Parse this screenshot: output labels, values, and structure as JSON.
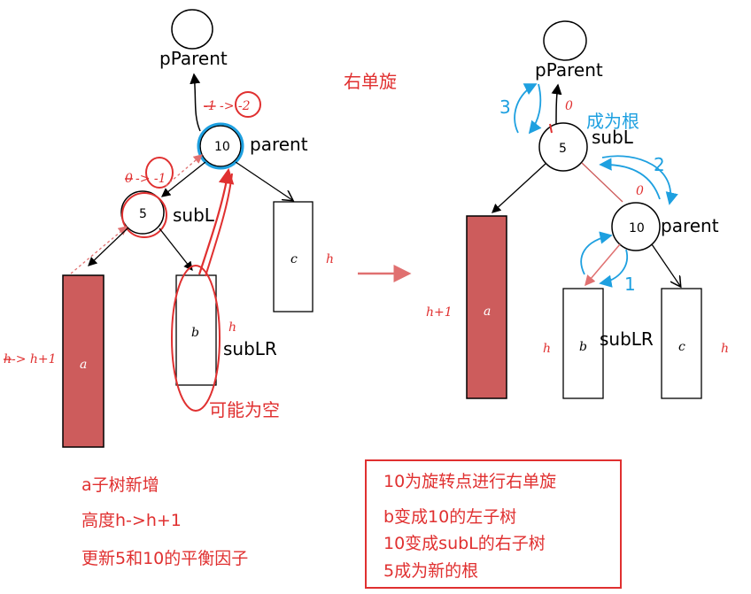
{
  "left": {
    "pparent": "pParent",
    "parent_key": "10",
    "parent_label": "parent",
    "subl_key": "5",
    "subl_label": "subL",
    "a": "a",
    "b": "b",
    "c": "c",
    "sublr_label": "subLR",
    "h_c": "h",
    "h_b": "h",
    "h_a_old": "h",
    "h_a_new": "-> h+1",
    "bf_parent_old": "-1",
    "bf_parent_new": "-> -2",
    "bf_subl_old": "0",
    "bf_subl_new": "-> -1",
    "may_be_empty": "可能为空"
  },
  "title": "右单旋",
  "right": {
    "pparent": "pParent",
    "subl_key": "5",
    "subl_label": "subL",
    "parent_key": "10",
    "parent_label": "parent",
    "a": "a",
    "b": "b",
    "c": "c",
    "sublr_label": "subLR",
    "h_a": "h+1",
    "h_b": "h",
    "h_c": "h",
    "bf_top": "0",
    "bf_parent": "0",
    "becomes_root": "成为根",
    "step1": "1",
    "step2": "2",
    "step3": "3"
  },
  "notes_left": [
    "a子树新增",
    "高度h->h+1",
    "更新5和10的平衡因子"
  ],
  "notes_right": [
    "10为旋转点进行右单旋",
    "b变成10的左子树",
    "10变成subL的右子树",
    "5成为新的根"
  ],
  "colors": {
    "red": "#e03030",
    "blue": "#1ea0e0",
    "bar_fill": "#cd5c5c",
    "pink": "#e07070"
  }
}
